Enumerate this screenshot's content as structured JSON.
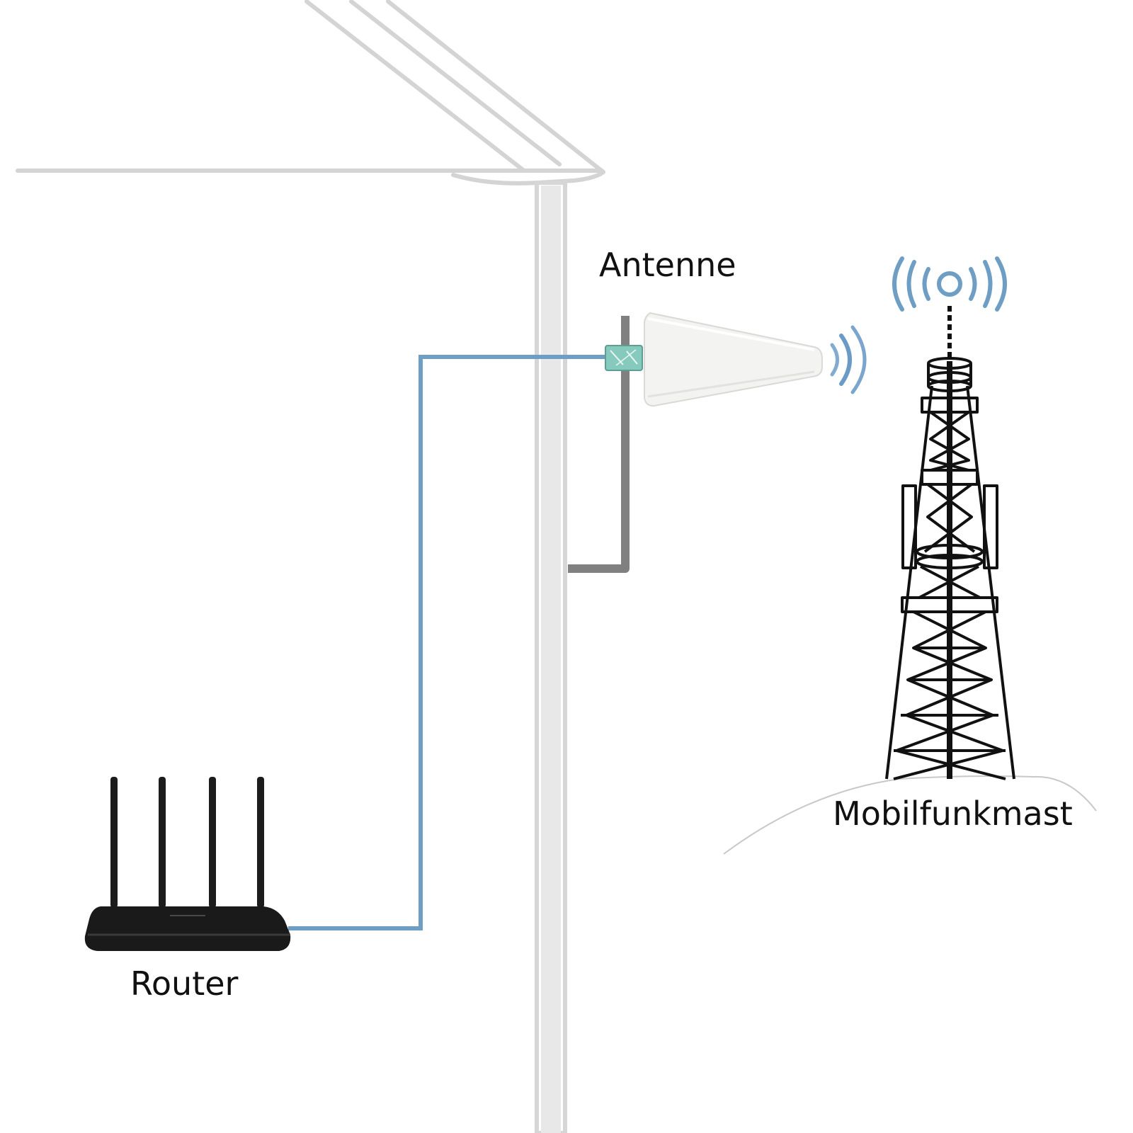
{
  "labels": {
    "antenna": "Antenne",
    "router": "Router",
    "mast": "Mobilfunkmast"
  },
  "colors": {
    "cable": "#6f9ec4",
    "signal": "#5a8fc0",
    "house_outline": "#d4d4d4",
    "wall": "#e6e6e6",
    "mount_bracket": "#808080",
    "antenna_body": "#f3f3f1",
    "connector": "#7fc4b8",
    "router_body": "#1a1a1a",
    "mast_stroke": "#111111",
    "hill": "#c8c8c8"
  },
  "icons": {
    "router": "wifi-router-icon",
    "antenna": "directional-antenna-icon",
    "mast": "cell-tower-icon",
    "signal": "signal-waves-icon",
    "broadcast": "broadcast-icon"
  }
}
